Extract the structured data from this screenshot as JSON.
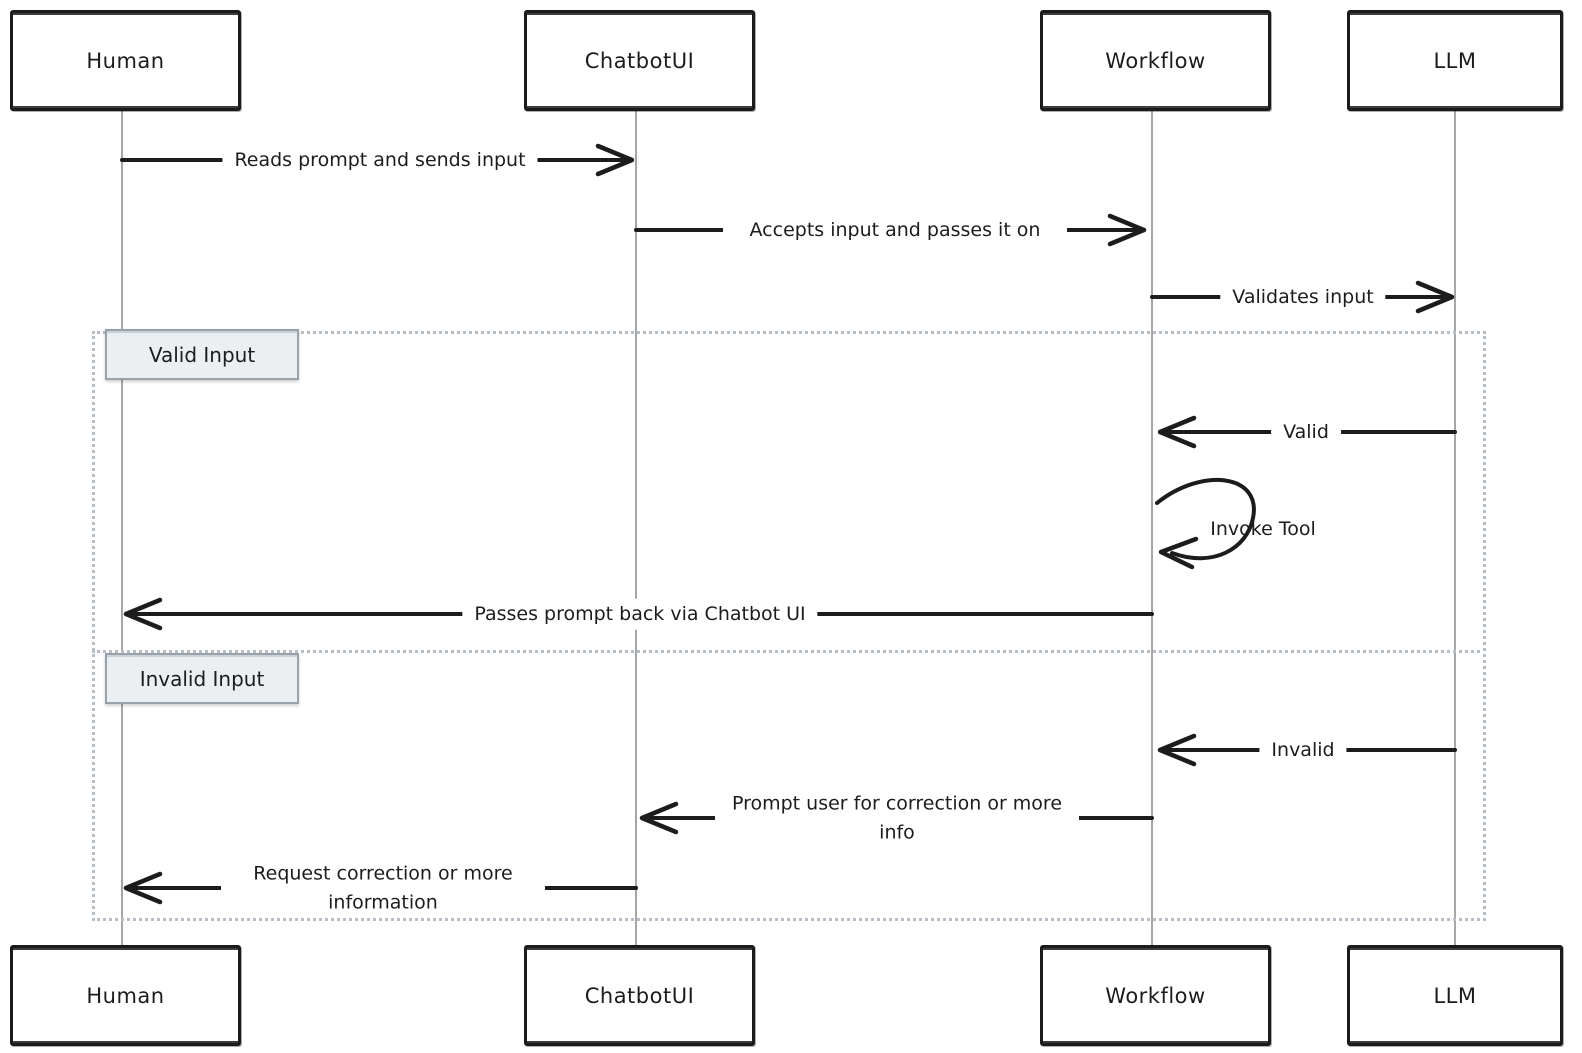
{
  "diagram": {
    "type": "sequence-diagram",
    "actors": [
      {
        "id": "human",
        "name": "Human"
      },
      {
        "id": "chatbotui",
        "name": "ChatbotUI"
      },
      {
        "id": "workflow",
        "name": "Workflow"
      },
      {
        "id": "llm",
        "name": "LLM"
      }
    ],
    "messages": [
      {
        "from": "Human",
        "to": "ChatbotUI",
        "label": "Reads prompt and sends input"
      },
      {
        "from": "ChatbotUI",
        "to": "Workflow",
        "label": "Accepts input and passes it on"
      },
      {
        "from": "Workflow",
        "to": "LLM",
        "label": "Validates input"
      },
      {
        "from": "LLM",
        "to": "Workflow",
        "label": "Valid"
      },
      {
        "from": "Workflow",
        "to": "Workflow",
        "label": "Invoke Tool",
        "kind": "self-loop"
      },
      {
        "from": "Workflow",
        "to": "Human",
        "label": "Passes prompt back via Chatbot UI"
      },
      {
        "from": "LLM",
        "to": "Workflow",
        "label": "Invalid"
      },
      {
        "from": "Workflow",
        "to": "ChatbotUI",
        "label": "Prompt user for correction or more info"
      },
      {
        "from": "ChatbotUI",
        "to": "Human",
        "label": "Request correction or more information"
      }
    ],
    "alt_sections": [
      {
        "label": "Valid Input",
        "message_indices": [
          3,
          4,
          5
        ]
      },
      {
        "label": "Invalid Input",
        "message_indices": [
          6,
          7,
          8
        ]
      }
    ],
    "colors": {
      "background": "#ffffff",
      "stroke": "#1c1c1c",
      "lifeline": "#a6a6a6",
      "frame_dots": "#b7bec6",
      "section_label_fill": "#eceff1",
      "section_label_border": "#97a2ab"
    }
  }
}
